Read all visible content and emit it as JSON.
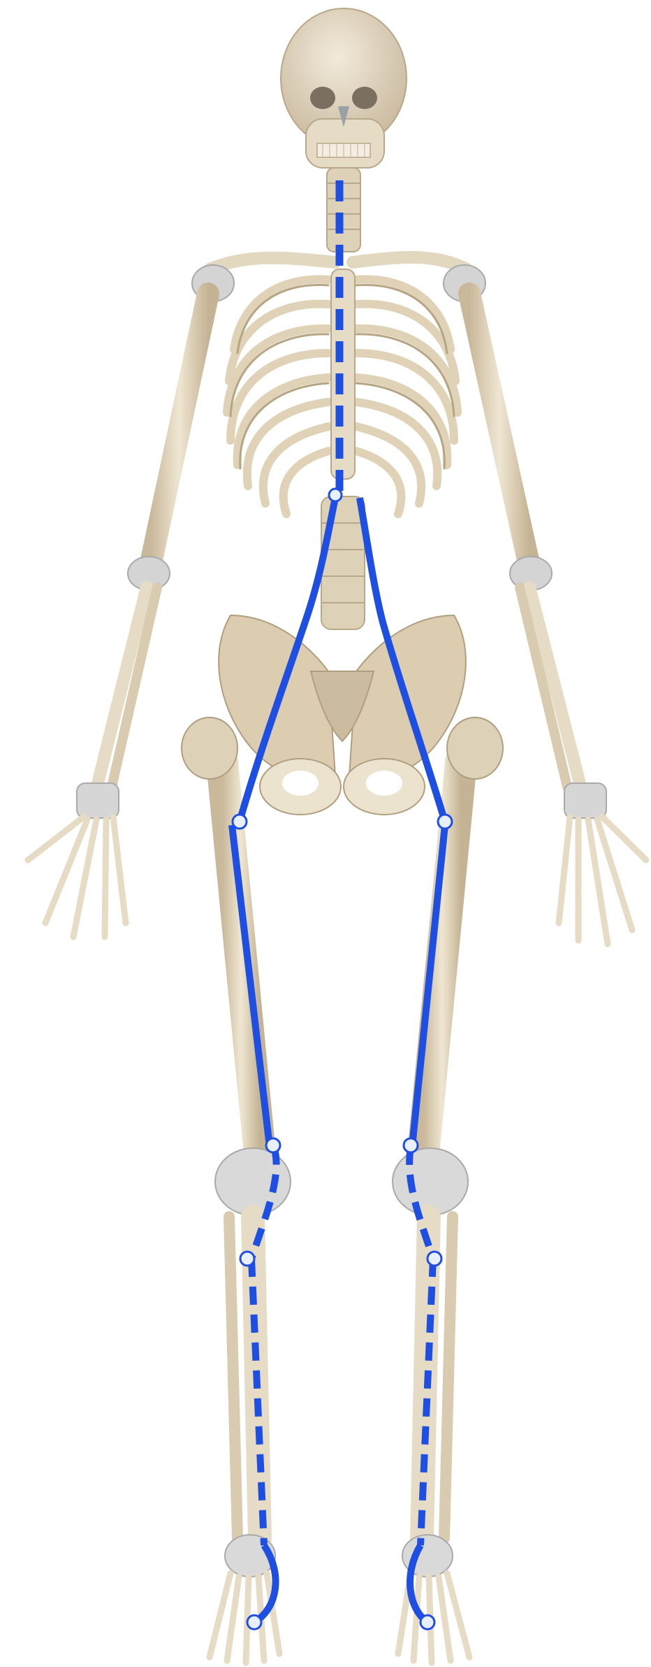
{
  "scene": {
    "subject": "skeleton",
    "background_color": "#ffffff",
    "bone_color": "#e6dcc6",
    "bone_shadow_color": "#b9a98a",
    "joint_color": "#d7d7d7",
    "overlay_color": "#1f4fe0",
    "marker_fill": "#e8f0ff",
    "marker_stroke": "#1f4fe0"
  },
  "overlay": {
    "solid_segments": [
      "spine-to-left-hip",
      "spine-to-right-hip",
      "left-femur",
      "right-femur"
    ],
    "dashed_segments": [
      "spine-center",
      "left-knee-to-tibia",
      "right-knee-to-tibia",
      "left-tibia-to-ankle",
      "right-tibia-to-ankle"
    ],
    "markers": [
      "sternum-base",
      "left-hip",
      "right-hip",
      "left-knee-upper",
      "right-knee-upper",
      "left-knee-lower",
      "right-knee-lower",
      "left-ankle",
      "right-ankle"
    ]
  }
}
